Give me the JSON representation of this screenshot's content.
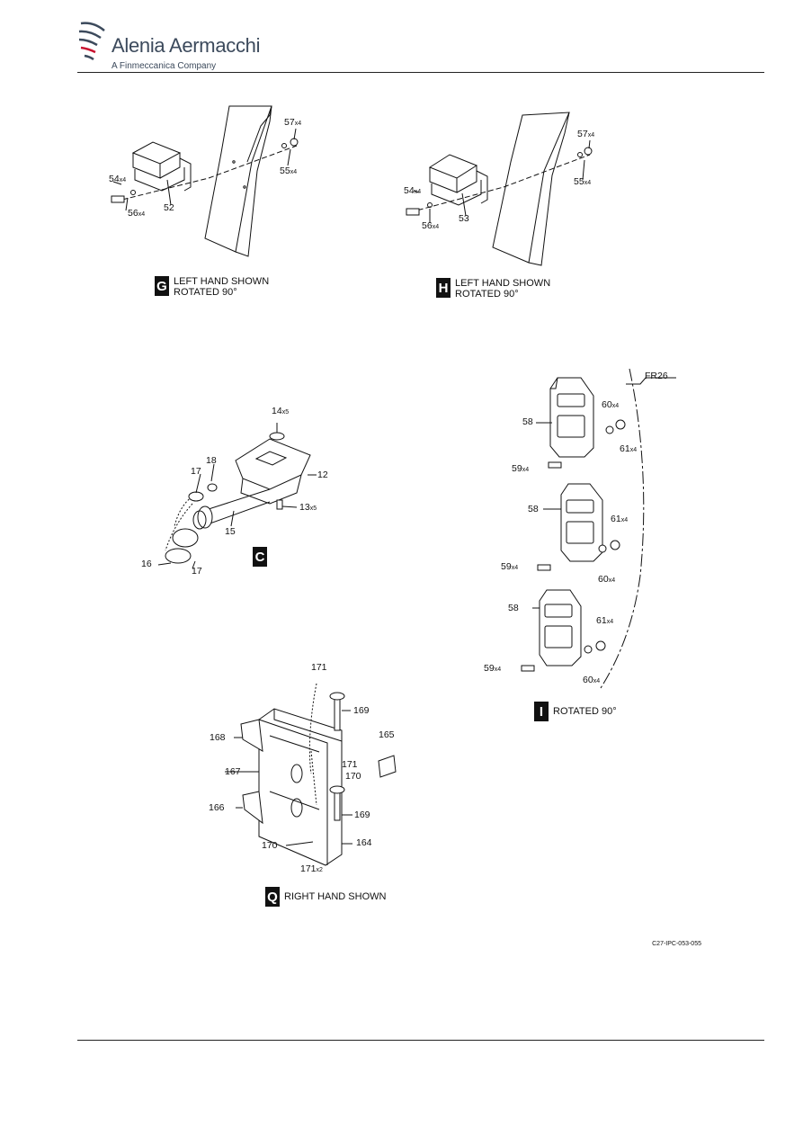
{
  "header": {
    "company": "Alenia Aermacchi",
    "subtitle": "A Finmeccanica Company",
    "brand_color": "#3c4a5c",
    "accent_color": "#c8102e"
  },
  "views": {
    "g": {
      "tag": "G",
      "caption": "LEFT HAND SHOWN\nROTATED 90°"
    },
    "h": {
      "tag": "H",
      "caption": "LEFT HAND SHOWN\nROTATED 90°"
    },
    "c": {
      "tag": "C",
      "caption": ""
    },
    "i": {
      "tag": "I",
      "caption": "ROTATED 90°"
    },
    "q": {
      "tag": "Q",
      "caption": "RIGHT HAND SHOWN"
    }
  },
  "frame_label": "FR26",
  "callouts": {
    "g": [
      {
        "n": "57",
        "q": "x4"
      },
      {
        "n": "55",
        "q": "x4"
      },
      {
        "n": "54",
        "q": "x4"
      },
      {
        "n": "56",
        "q": "x4"
      },
      {
        "n": "52",
        "q": ""
      }
    ],
    "h": [
      {
        "n": "57",
        "q": "x4"
      },
      {
        "n": "55",
        "q": "x4"
      },
      {
        "n": "54",
        "q": "x4"
      },
      {
        "n": "56",
        "q": "x4"
      },
      {
        "n": "53",
        "q": ""
      }
    ],
    "c": [
      {
        "n": "14",
        "q": "x5"
      },
      {
        "n": "18",
        "q": ""
      },
      {
        "n": "17",
        "q": ""
      },
      {
        "n": "12",
        "q": ""
      },
      {
        "n": "13",
        "q": "x5"
      },
      {
        "n": "15",
        "q": ""
      },
      {
        "n": "16",
        "q": ""
      },
      {
        "n": "17",
        "q": ""
      }
    ],
    "i": [
      {
        "n": "60",
        "q": "x4"
      },
      {
        "n": "58",
        "q": ""
      },
      {
        "n": "61",
        "q": "x4"
      },
      {
        "n": "59",
        "q": "x4"
      },
      {
        "n": "58",
        "q": ""
      },
      {
        "n": "61",
        "q": "x4"
      },
      {
        "n": "59",
        "q": "x4"
      },
      {
        "n": "60",
        "q": "x4"
      },
      {
        "n": "58",
        "q": ""
      },
      {
        "n": "61",
        "q": "x4"
      },
      {
        "n": "59",
        "q": "x4"
      },
      {
        "n": "60",
        "q": "x4"
      }
    ],
    "q": [
      {
        "n": "171",
        "q": ""
      },
      {
        "n": "169",
        "q": ""
      },
      {
        "n": "165",
        "q": ""
      },
      {
        "n": "168",
        "q": ""
      },
      {
        "n": "171",
        "q": ""
      },
      {
        "n": "167",
        "q": ""
      },
      {
        "n": "170",
        "q": ""
      },
      {
        "n": "166",
        "q": ""
      },
      {
        "n": "169",
        "q": ""
      },
      {
        "n": "170",
        "q": ""
      },
      {
        "n": "164",
        "q": ""
      },
      {
        "n": "171",
        "q": "x2"
      }
    ]
  },
  "figure_ref": "C27-IPC-053-055"
}
